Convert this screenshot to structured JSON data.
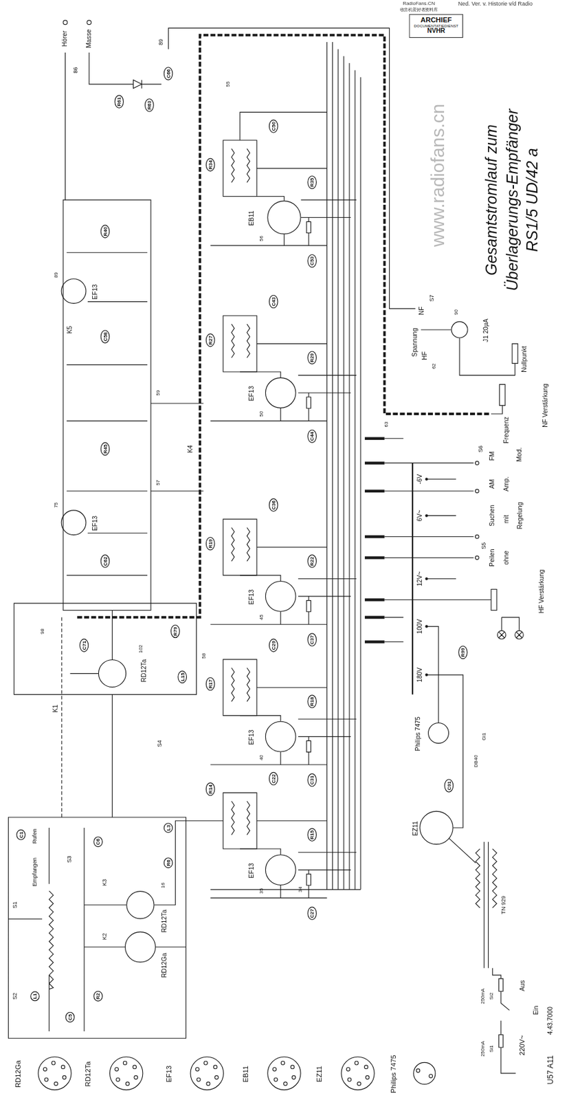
{
  "diagram": {
    "title": "Gesamtstromlauf zum Überlagerungs-Empfänger RS1/5 UD/42 a",
    "nodes": [
      {
        "text": [
          "RD12Ga"
        ]
      },
      {
        "text": [
          "RD12Ta"
        ]
      },
      {
        "text": [
          "RD12Ta"
        ]
      },
      {
        "text": [
          "EF13"
        ]
      },
      {
        "text": [
          "EF13"
        ]
      },
      {
        "text": [
          "EF13"
        ]
      },
      {
        "text": [
          "EF13"
        ]
      },
      {
        "text": [
          "EB11"
        ]
      },
      {
        "text": [
          "EF13"
        ]
      },
      {
        "text": [
          "EF13"
        ]
      },
      {
        "text": [
          "EZ11"
        ]
      },
      {
        "text": [
          "Philips 7475"
        ]
      },
      {
        "text": [
          "J1 20µA"
        ]
      },
      {
        "text": [
          "RD12Ga"
        ]
      },
      {
        "text": [
          "RD12Ta"
        ]
      },
      {
        "text": [
          "EF13"
        ]
      },
      {
        "text": [
          "EB11"
        ]
      },
      {
        "text": [
          "EZ11"
        ]
      },
      {
        "text": [
          "Philips 7475"
        ]
      },
      {
        "text": [
          "ARCHIEF",
          "DOCUMENTATIEDIENST",
          "NVHR"
        ]
      }
    ],
    "labels": [
      "Ned. Ver. v. Historie v/d Radio",
      "RadioFans.CN",
      "收音机爱好者资料库",
      "www.radiofans.cn",
      "Hörer",
      "Masse",
      "86",
      "89",
      "R61",
      "C66",
      "R63",
      "K5",
      "K4",
      "K1",
      "K2",
      "K3",
      "Spannung",
      "HF",
      "NF",
      "S7",
      "62",
      "90",
      "Nullpunkt",
      "NF Verstärkung",
      "HF Verstärkung",
      "Frequenz",
      "FM",
      "Mod.",
      "AM",
      "Amp.",
      "Suchen",
      "mit",
      "Regelung",
      "Peilen",
      "ohne",
      "S6",
      "S5",
      "180V",
      "100V",
      "12V~",
      "6V~",
      "-6V",
      "TN 929",
      "220V~",
      "Aus",
      "Ein",
      "250mA",
      "Si1",
      "250mA",
      "Si2",
      "DB40",
      "Gl1",
      "Empfangen",
      "Rufen",
      "S1",
      "S2",
      "S3",
      "S4",
      "U57 A11",
      "4.43.7000",
      "34",
      "35",
      "40",
      "45",
      "50",
      "56",
      "75",
      "89",
      "57",
      "59",
      "98",
      "102",
      "16",
      "58",
      "63",
      "55",
      "R14",
      "C27",
      "R15",
      "C22",
      "R17",
      "C31",
      "R18",
      "C29",
      "R19",
      "C37",
      "R22",
      "C36",
      "R27",
      "C44",
      "R29",
      "C43",
      "R34",
      "C53",
      "R35",
      "C50",
      "R40",
      "C58",
      "R45",
      "C62",
      "C1",
      "L1",
      "C5",
      "R2",
      "C6",
      "R6",
      "L3",
      "C71",
      "R79",
      "L15",
      "C91",
      "R99"
    ]
  }
}
